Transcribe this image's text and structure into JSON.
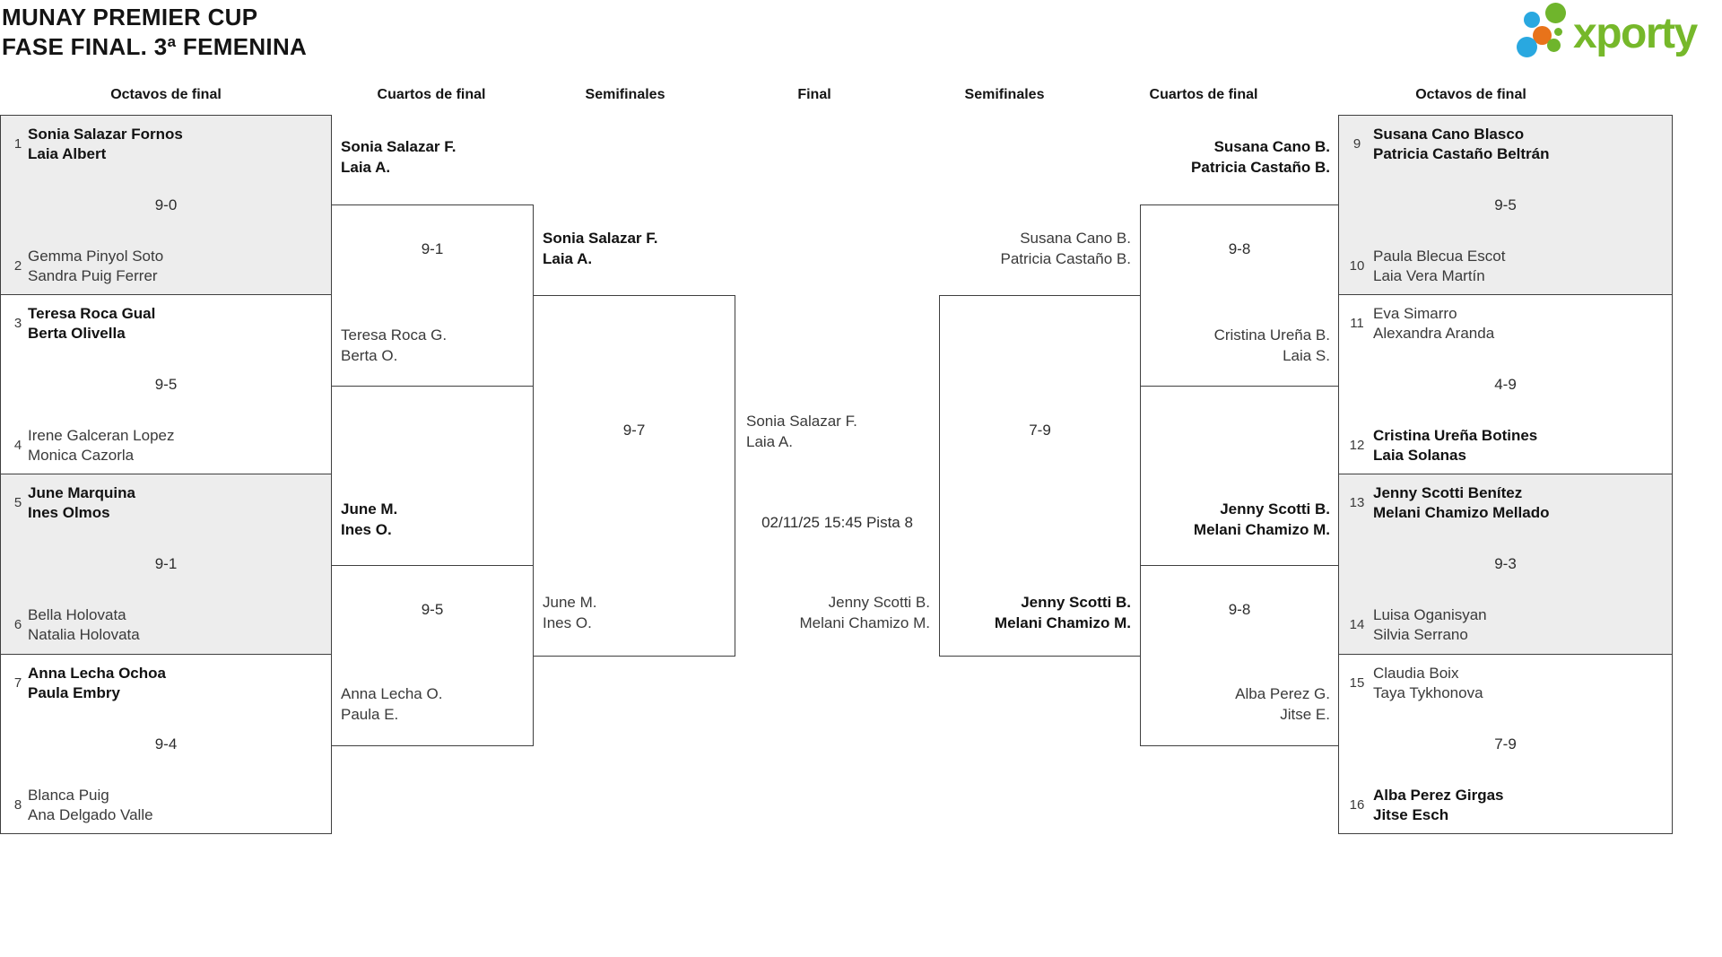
{
  "title": {
    "line1": "MUNAY PREMIER CUP",
    "line2": "FASE FINAL. 3ª FEMENINA"
  },
  "logo": {
    "text": "xporty",
    "green": "#76b82a",
    "blue": "#29a8e0",
    "orange": "#e8731a"
  },
  "headers": {
    "oct_left": "Octavos de final",
    "qf_left": "Cuartos de final",
    "sf_left": "Semifinales",
    "final": "Final",
    "sf_right": "Semifinales",
    "qf_right": "Cuartos de final",
    "oct_right": "Octavos de final"
  },
  "oct_left": [
    {
      "seed1": "1",
      "t1": [
        "Sonia Salazar Fornos",
        "Laia Albert"
      ],
      "score": "9-0",
      "seed2": "2",
      "t2": [
        "Gemma Pinyol Soto",
        "Sandra Puig Ferrer"
      ]
    },
    {
      "seed1": "3",
      "t1": [
        "Teresa Roca Gual",
        "Berta Olivella"
      ],
      "score": "9-5",
      "seed2": "4",
      "t2": [
        "Irene Galceran Lopez",
        "Monica Cazorla"
      ]
    },
    {
      "seed1": "5",
      "t1": [
        "June Marquina",
        "Ines Olmos"
      ],
      "score": "9-1",
      "seed2": "6",
      "t2": [
        "Bella Holovata",
        "Natalia Holovata"
      ]
    },
    {
      "seed1": "7",
      "t1": [
        "Anna Lecha Ochoa",
        "Paula Embry"
      ],
      "score": "9-4",
      "seed2": "8",
      "t2": [
        "Blanca Puig",
        "Ana Delgado Valle"
      ]
    }
  ],
  "oct_right": [
    {
      "seed1": "9",
      "t1": [
        "Susana Cano Blasco",
        "Patricia Castaño Beltrán"
      ],
      "score": "9-5",
      "seed2": "10",
      "t2": [
        "Paula Blecua Escot",
        "Laia Vera Martín"
      ]
    },
    {
      "seed1": "11",
      "t1": [
        "Eva Simarro",
        "Alexandra Aranda"
      ],
      "score": "4-9",
      "seed2": "12",
      "t2": [
        "Cristina Ureña Botines",
        "Laia Solanas"
      ]
    },
    {
      "seed1": "13",
      "t1": [
        "Jenny Scotti Benítez",
        "Melani Chamizo Mellado"
      ],
      "score": "9-3",
      "seed2": "14",
      "t2": [
        "Luisa Oganisyan",
        "Silvia Serrano"
      ]
    },
    {
      "seed1": "15",
      "t1": [
        "Claudia Boix",
        "Taya Tykhonova"
      ],
      "score": "7-9",
      "seed2": "16",
      "t2": [
        "Alba Perez Girgas",
        "Jitse Esch"
      ]
    }
  ],
  "qf_left": [
    {
      "top": [
        "Sonia Salazar F.",
        "Laia A."
      ],
      "score": "9-1",
      "bottom": [
        "Teresa Roca G.",
        "Berta O."
      ]
    },
    {
      "top": [
        "June M.",
        "Ines O."
      ],
      "score": "9-5",
      "bottom": [
        "Anna Lecha O.",
        "Paula E."
      ]
    }
  ],
  "qf_right": [
    {
      "top": [
        "Susana Cano B.",
        "Patricia Castaño B."
      ],
      "score": "9-8",
      "bottom": [
        "Cristina Ureña B.",
        "Laia S."
      ]
    },
    {
      "top": [
        "Jenny Scotti B.",
        "Melani Chamizo M."
      ],
      "score": "9-8",
      "bottom": [
        "Alba Perez G.",
        "Jitse E."
      ]
    }
  ],
  "sf_left": {
    "top": [
      "Sonia Salazar F.",
      "Laia A."
    ],
    "score": "9-7",
    "bottom": [
      "June M.",
      "Ines O."
    ]
  },
  "sf_right": {
    "top": [
      "Susana Cano B.",
      "Patricia Castaño B."
    ],
    "score": "7-9",
    "bottom": [
      "Jenny Scotti B.",
      "Melani Chamizo M."
    ]
  },
  "final": {
    "team1": [
      "Sonia Salazar F.",
      "Laia A."
    ],
    "schedule": "02/11/25 15:45 Pista 8",
    "team2": [
      "Jenny Scotti B.",
      "Melani Chamizo M."
    ]
  }
}
